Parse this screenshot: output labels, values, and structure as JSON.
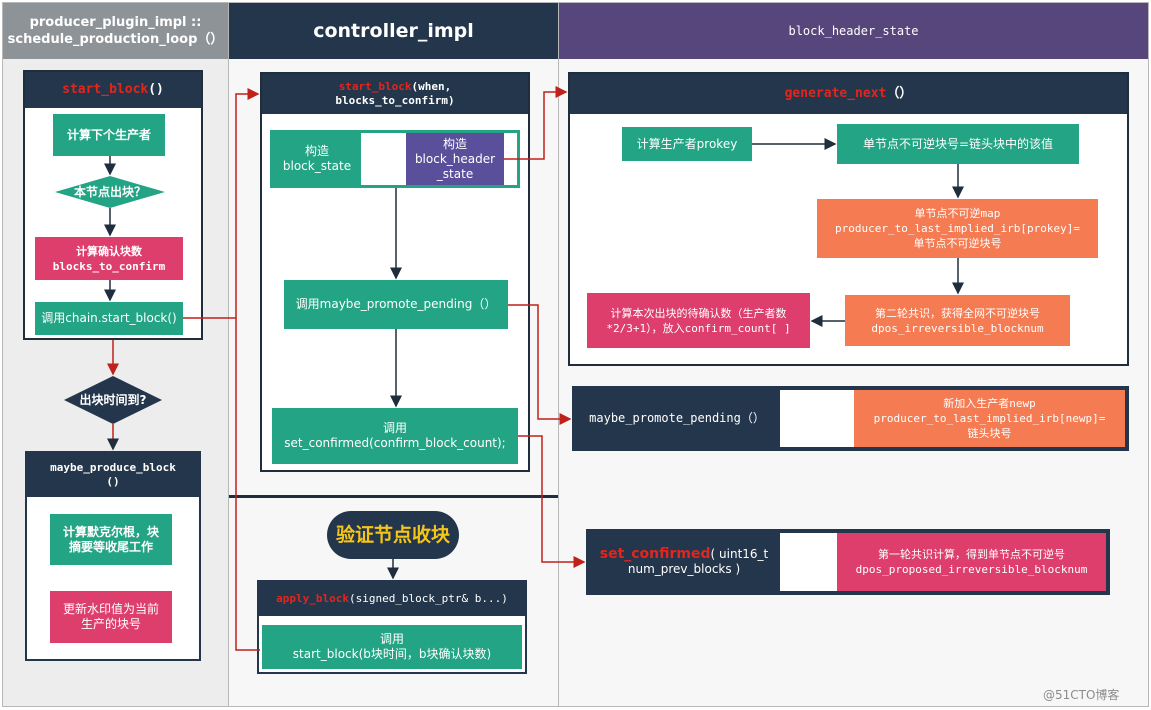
{
  "columns": {
    "left_title": "producer_plugin_impl ::\nschedule_production_loop（）",
    "mid_title": "controller_impl",
    "right_title": "block_header_state"
  },
  "left": {
    "start_block": {
      "name": "start_block",
      "suffix": "()"
    },
    "calc_next_producer": "计算下个生产者",
    "node_produce_q": "本节点出块？",
    "calc_confirm": "计算确认块数\nblocks_to_confirm",
    "call_chain_start": "调用chain.start_block()",
    "time_q": "出块时间到?",
    "maybe_produce_title": "maybe_produce_block\n()",
    "merkle": "计算默克尔根，块\n摘要等收尾工作",
    "watermark_update": "更新水印值为当前\n生产的块号"
  },
  "middle": {
    "start_block": {
      "name": "start_block",
      "suffix": "(when,\nblocks_to_confirm)"
    },
    "construct_state": "构造\nblock_state",
    "construct_header": "构造\nblock_header\n_state",
    "call_maybe_promote": "调用maybe_promote_pending（）",
    "call_set_confirmed": "调用\nset_confirmed(confirm_block_count);",
    "verify_node": "验证节点收块",
    "apply_block": {
      "name": "apply_block",
      "suffix": "(signed_block_ptr& b...)"
    },
    "call_start_block": "调用\nstart_block(b块时间，b块确认块数)"
  },
  "right": {
    "generate_next": {
      "name": "generate_next",
      "suffix": "（）"
    },
    "calc_prokey": "计算生产者prokey",
    "irr_chain_head": "单节点不可逆块号=链头块中的该值",
    "irr_map": "单节点不可逆map\nproducer_to_last_implied_irb[prokey]=\n单节点不可逆块号",
    "second_round": "第二轮共识，获得全网不可逆块号\ndpos_irreversible_blocknum",
    "calc_pending_confirm": "计算本次出块的待确认数（生产者数\n*2/3+1），放入confirm_count[ ]",
    "maybe_promote_pending": "maybe_promote_pending（）",
    "new_producer": "新加入生产者newp\nproducer_to_last_implied_irb[newp]=\n链头块号",
    "set_confirmed": {
      "name": "set_confirmed",
      "suffix": "( uint16_t\nnum_prev_blocks )"
    },
    "first_round": "第一轮共识计算，得到单节点不可逆号\ndpos_proposed_irreversible_blocknum"
  },
  "watermark": "@51CTO博客",
  "colors": {
    "teal": "#23a484",
    "pink": "#dd3e6c",
    "orange": "#f57b52",
    "purple": "#5a4f9a",
    "navy": "#24364b",
    "header_gray": "#8e9398",
    "header_purple": "#57467b",
    "arrow_red": "#c0211a"
  }
}
